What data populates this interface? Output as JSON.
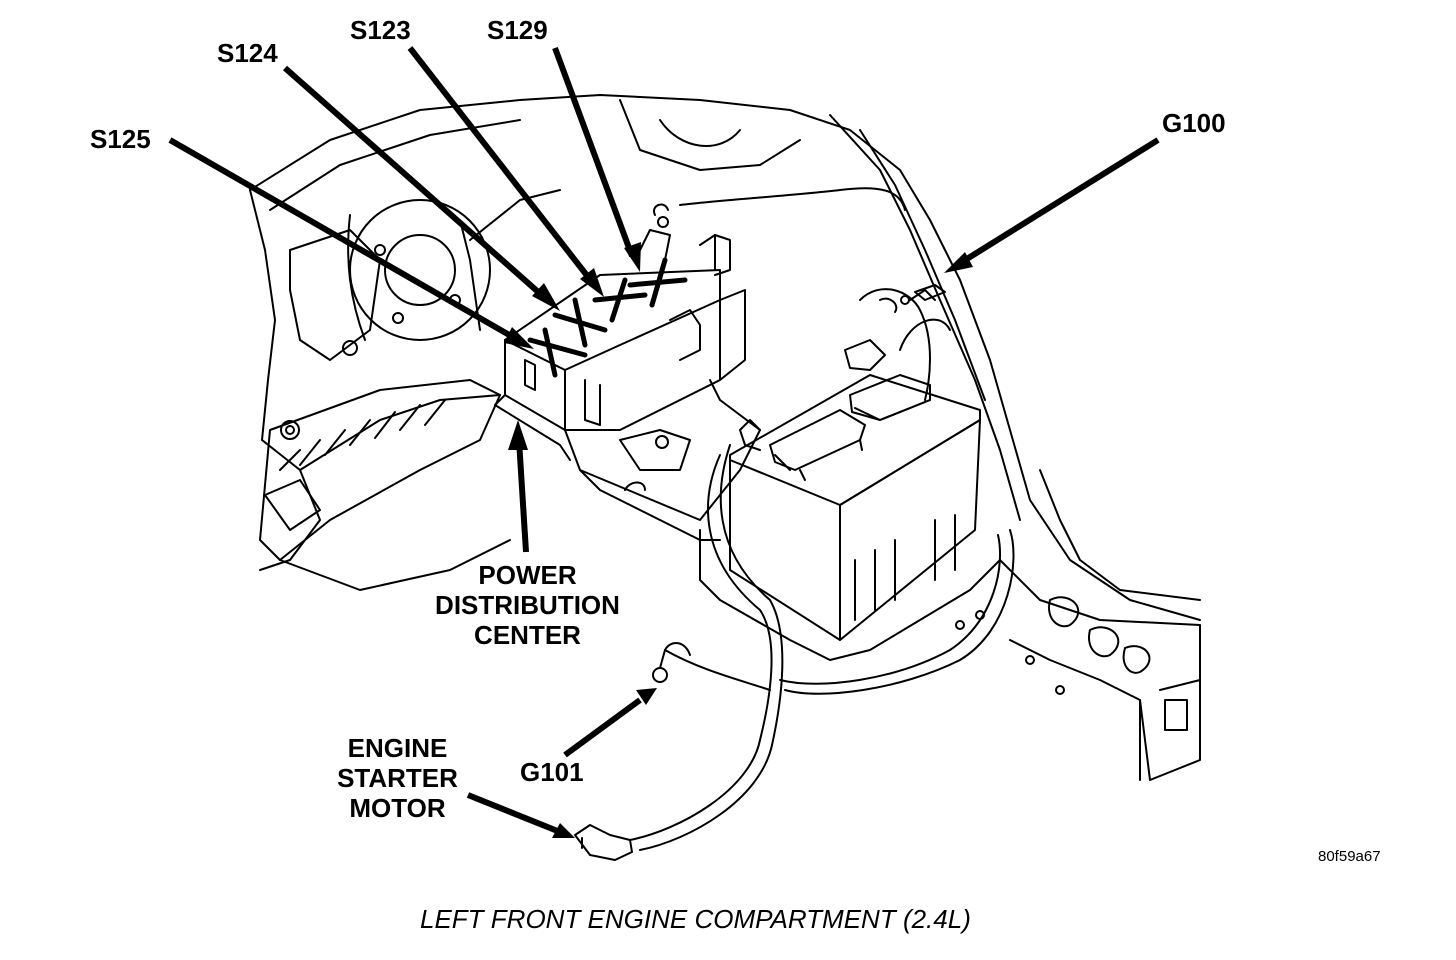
{
  "labels": {
    "s125": "S125",
    "s124": "S124",
    "s123": "S123",
    "s129": "S129",
    "g100": "G100",
    "g101": "G101",
    "pdc_line1": "POWER",
    "pdc_line2": "DISTRIBUTION",
    "pdc_line3": "CENTER",
    "starter_line1": "ENGINE",
    "starter_line2": "STARTER",
    "starter_line3": "MOTOR"
  },
  "figure_ref": "80f59a67",
  "caption": "LEFT FRONT ENGINE COMPARTMENT (2.4L)"
}
